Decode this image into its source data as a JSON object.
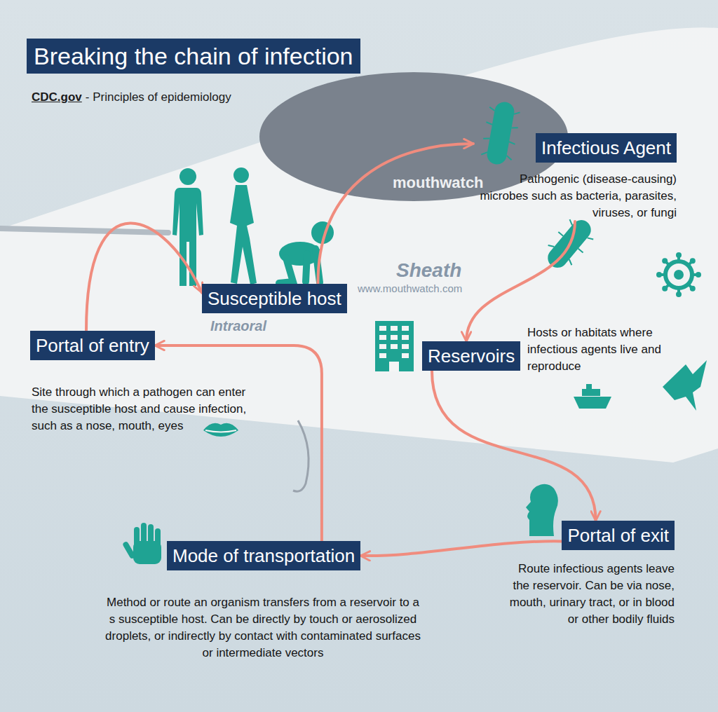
{
  "diagram": {
    "title": "Breaking the chain of infection",
    "nodes": [
      {
        "text": [
          "Infectious Agent",
          "Pathogenic (disease-causing) microbes such as bacteria, parasites, viruses, or fungi"
        ]
      },
      {
        "text": [
          "Reservoirs",
          "Hosts or habitats where infectious agents live and reproduce"
        ]
      },
      {
        "text": [
          "Portal of exit",
          "Route infectious agents leave the reservoir. Can be via nose, mouth, urinary tract, or in blood or other bodily fluids"
        ]
      },
      {
        "text": [
          "Mode of transportation",
          "Method or route an organism transfers from a reservoir to a s susceptible host. Can be directly by touch or aerosolized droplets, or indirectly by contact with contaminated surfaces or intermediate vectors"
        ]
      },
      {
        "text": [
          "Portal of entry",
          "Site through which a pathogen can enter the susceptible host and cause infection, such as a nose, mouth, eyes"
        ]
      },
      {
        "text": [
          "Susceptible host"
        ]
      }
    ],
    "edges": [
      {
        "from": 5,
        "to": 0,
        "arrow": "to"
      },
      {
        "from": 0,
        "to": 1,
        "arrow": "to"
      },
      {
        "from": 1,
        "to": 2,
        "arrow": "to"
      },
      {
        "from": 2,
        "to": 3,
        "arrow": "to"
      },
      {
        "from": 3,
        "to": 4,
        "arrow": "to"
      },
      {
        "from": 4,
        "to": 5,
        "arrow": "to"
      }
    ],
    "labels": [
      "CDC.gov",
      "- Principles of epidemiology",
      "mouthwatch",
      "Sheath",
      "www.mouthwatch.com",
      "Intraoral"
    ]
  }
}
